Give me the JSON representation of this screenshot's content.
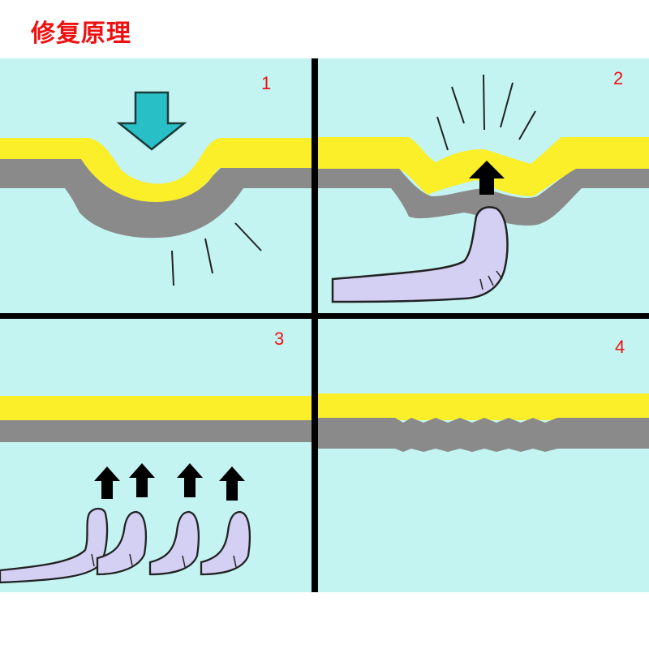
{
  "title": "修复原理",
  "colors": {
    "background": "#c3f4f2",
    "paint_layer": "#fbef2a",
    "body_layer": "#8a8a8a",
    "push_arrow": "#29bfc6",
    "tool_arrow": "#000000",
    "repair_tool": "#d4d0f4",
    "step_number": "#ee1111"
  },
  "steps": [
    {
      "number": "1",
      "icon": "down-arrow-icon"
    },
    {
      "number": "2",
      "icon": "up-arrow-icon"
    },
    {
      "number": "3",
      "icon": "up-arrow-icon"
    },
    {
      "number": "4",
      "icon": ""
    }
  ]
}
